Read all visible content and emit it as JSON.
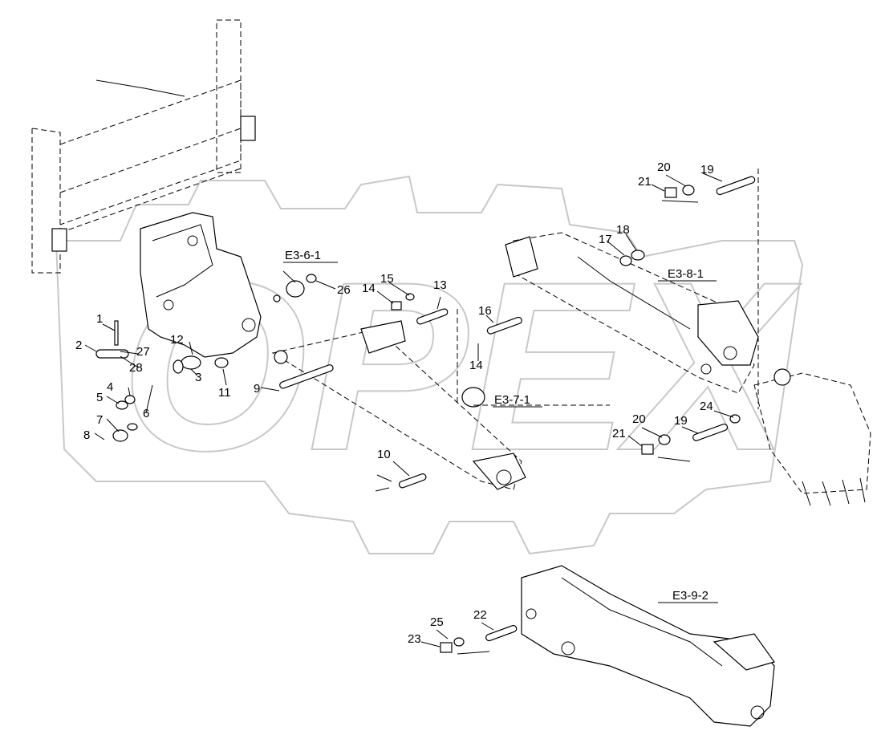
{
  "diagram": {
    "callouts": [
      "1",
      "2",
      "3",
      "4",
      "5",
      "6",
      "7",
      "8",
      "9",
      "10",
      "11",
      "12",
      "13",
      "14",
      "15",
      "16",
      "17",
      "18",
      "19",
      "20",
      "21",
      "22",
      "23",
      "24",
      "25",
      "26",
      "27",
      "28"
    ],
    "references": [
      "E3-6-1",
      "E3-7-1",
      "E3-8-1",
      "E3-9-2"
    ],
    "watermark": "OPEX"
  }
}
